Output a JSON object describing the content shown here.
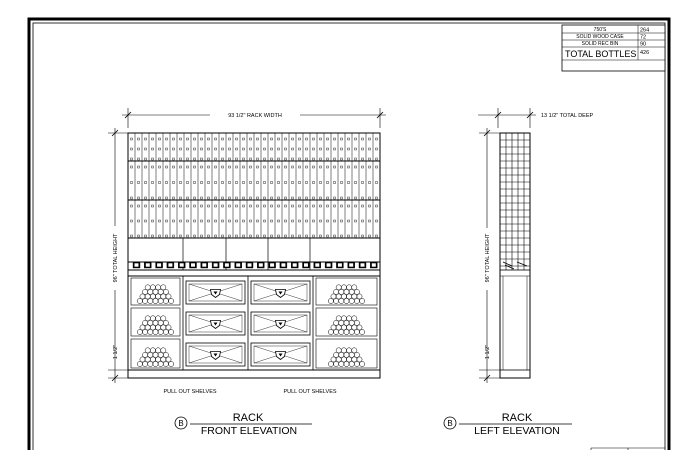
{
  "bottle_table": {
    "rows": [
      {
        "label": "750'S",
        "value": "264"
      },
      {
        "label": "SOLID WOOD CASE",
        "value": "72"
      },
      {
        "label": "SOLID REC BIN",
        "value": "90"
      }
    ],
    "total_label": "TOTAL BOTTLES",
    "total_value": "426"
  },
  "front": {
    "width_dim": "93 1/2\" RACK WIDTH",
    "height_dim": "96\" TOTAL HEIGHT",
    "base_dim": "1 1/2\"",
    "shelf_label_left": "PULL OUT SHELVES",
    "shelf_label_right": "PULL OUT SHELVES",
    "marker": "B",
    "title_top": "RACK",
    "title_bottom": "FRONT ELEVATION"
  },
  "side": {
    "depth_dim": "13 1/2\" TOTAL DEEP",
    "height_dim": "96\" TOTAL HEIGHT",
    "base_dim": "1 1/2\"",
    "marker": "B",
    "title_top": "RACK",
    "title_bottom": "LEFT ELEVATION"
  }
}
